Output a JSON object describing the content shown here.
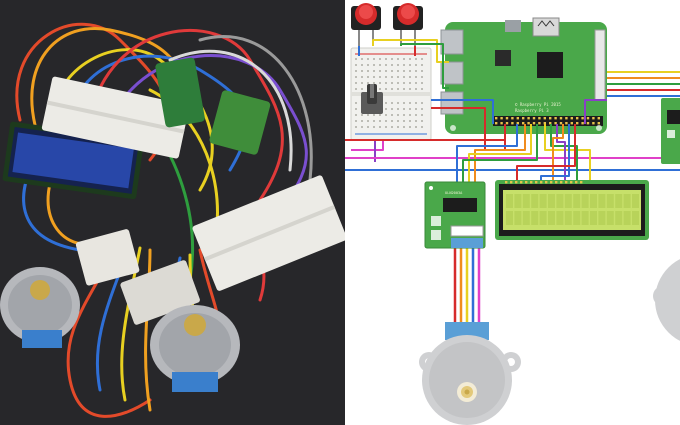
{
  "figure": {
    "left_panel": "photo-of-assembled-circuit",
    "right_panel": "breadboard-wiring-diagram"
  },
  "diagram": {
    "board_labels": {
      "pi_model": "Raspberry Pi 3",
      "pi_copyright": "© Raspberry Pi 2015",
      "driver_chip": "ULN2003A"
    },
    "components": [
      "push-button-1",
      "push-button-2",
      "half-breadboard",
      "potentiometer",
      "raspberry-pi",
      "uln2003-driver-board-1",
      "uln2003-driver-board-2",
      "lcd-16x2",
      "stepper-motor-1",
      "stepper-motor-2"
    ],
    "colors": {
      "wire_red": "#d62b2b",
      "wire_orange": "#f08c1e",
      "wire_yellow": "#e8d021",
      "wire_green": "#2e9e3e",
      "wire_blue": "#2f6fd6",
      "wire_purple": "#8a3fc6",
      "wire_pink": "#e040c8",
      "pcb_green": "#4aa84a",
      "lcd_screen": "#c7e06a",
      "motor_grey": "#cfd0d2",
      "motor_cap": "#5a9fd6"
    }
  }
}
